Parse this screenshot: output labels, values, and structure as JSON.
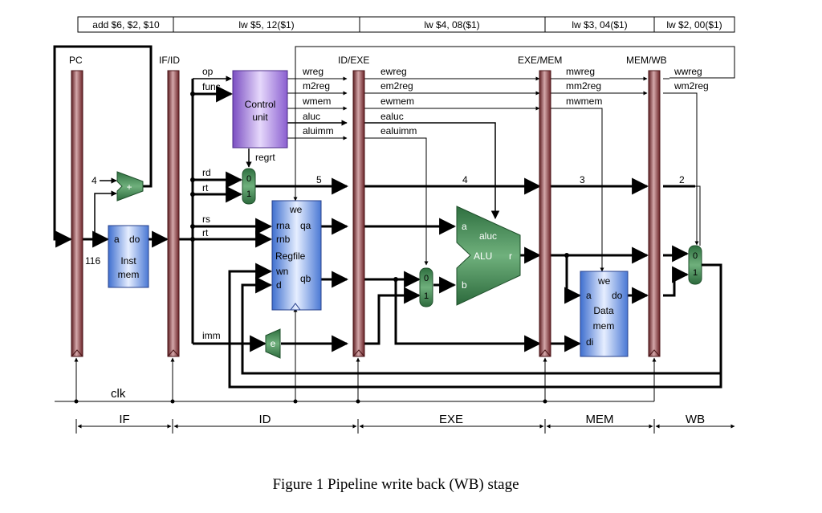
{
  "instructions": [
    "add $6, $2, $10",
    "lw $5, 12($1)",
    "lw $4, 08($1)",
    "lw $3, 04($1)",
    "lw $2, 00($1)"
  ],
  "registers": {
    "pc": "PC",
    "ifid": "IF/ID",
    "idexe": "ID/EXE",
    "exemem": "EXE/MEM",
    "memwb": "MEM/WB"
  },
  "signals": {
    "op": "op",
    "func": "func",
    "rd": "rd",
    "rt1": "rt",
    "rt2": "rt",
    "rs": "rs",
    "imm": "imm",
    "regrt": "regrt",
    "four": "4",
    "c116": "116",
    "clk": "clk",
    "wreg": "wreg",
    "m2reg": "m2reg",
    "wmem": "wmem",
    "aluc": "aluc",
    "aluimm": "aluimm",
    "ewreg": "ewreg",
    "em2reg": "em2reg",
    "ewmem": "ewmem",
    "ealuc": "ealuc",
    "ealuimm": "ealuimm",
    "mwreg": "mwreg",
    "mm2reg": "mm2reg",
    "mwmem": "mwmem",
    "wwreg": "wwreg",
    "wm2reg": "wm2reg",
    "n5": "5",
    "n4": "4",
    "n3": "3",
    "n2": "2"
  },
  "blocks": {
    "control": [
      "Control",
      "unit"
    ],
    "inst": {
      "a": "a",
      "do": "do",
      "label": [
        "Inst",
        "mem"
      ]
    },
    "regfile": {
      "we": "we",
      "rna": "rna",
      "qa": "qa",
      "rnb": "rnb",
      "title": "Regfile",
      "wn": "wn",
      "qb": "qb",
      "d": "d"
    },
    "alu": {
      "a": "a",
      "b": "b",
      "aluc": "aluc",
      "title": "ALU",
      "r": "r"
    },
    "datamem": {
      "we": "we",
      "a": "a",
      "do": "do",
      "title": [
        "Data",
        "mem"
      ],
      "di": "di"
    },
    "ext": "e",
    "adder": "+",
    "mux": {
      "zero": "0",
      "one": "1"
    }
  },
  "stages": [
    "IF",
    "ID",
    "EXE",
    "MEM",
    "WB"
  ],
  "caption": "Figure 1 Pipeline write back (WB) stage",
  "colors": {
    "register_bar": "#8b3a3e",
    "control": "#9b72d6",
    "memory_blue": "#6c93e0",
    "alu_green": "#3f8a52"
  }
}
